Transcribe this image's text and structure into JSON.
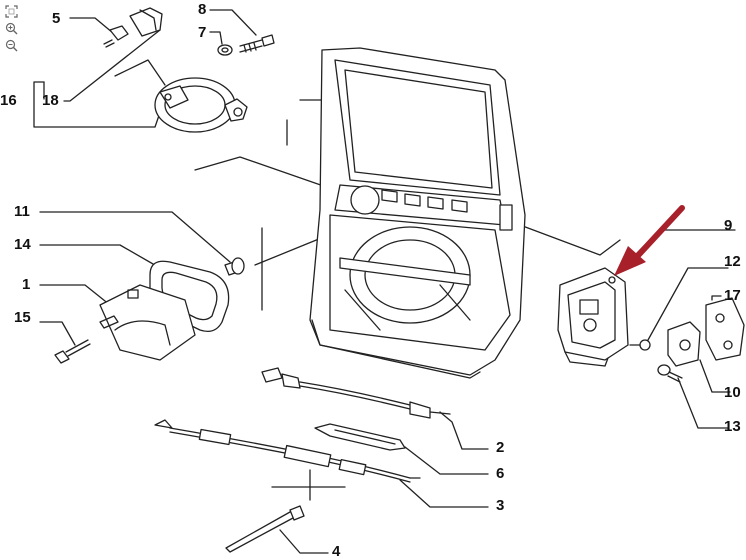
{
  "callouts": {
    "c5": "5",
    "c8": "8",
    "c7": "7",
    "c16": "16",
    "c18": "18",
    "c11": "11",
    "c14": "14",
    "c1": "1",
    "c15": "15",
    "c9": "9",
    "c12": "12",
    "c17": "17",
    "c10": "10",
    "c13": "13",
    "c2": "2",
    "c6": "6",
    "c3": "3",
    "c4": "4"
  },
  "toolbar": {
    "icons": [
      "fit-page-icon",
      "zoom-in-icon",
      "zoom-out-icon"
    ]
  },
  "colors": {
    "line": "#222222",
    "highlight_arrow": "#a8202a"
  }
}
